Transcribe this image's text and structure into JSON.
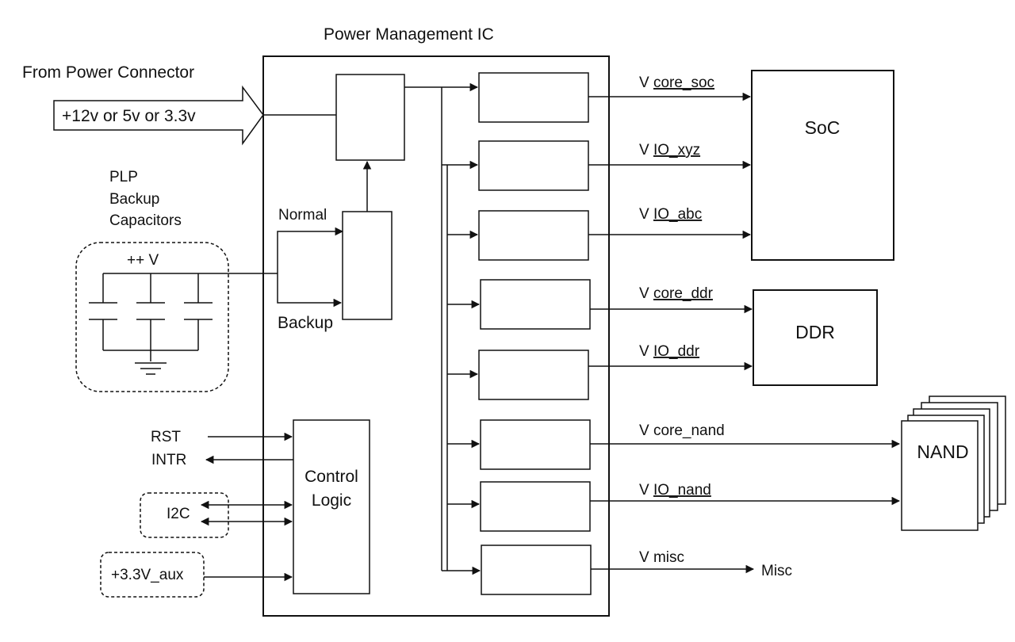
{
  "title": "Power Management IC",
  "input": {
    "source_label": "From Power Connector",
    "voltage_label": "+12v or 5v or 3.3v"
  },
  "plp": {
    "label_line1": "PLP",
    "label_line2": "Backup",
    "label_line3": "Capacitors",
    "rail_label": "++ V"
  },
  "switch": {
    "normal_label": "Normal",
    "backup_label": "Backup"
  },
  "control": {
    "label_line1": "Control",
    "label_line2": "Logic",
    "rst_label": "RST",
    "intr_label": "INTR",
    "i2c_label": "I2C",
    "aux_label": "+3.3V_aux"
  },
  "rails": [
    {
      "prefix": "V ",
      "name": "core_soc"
    },
    {
      "prefix": "V ",
      "name": "IO_xyz"
    },
    {
      "prefix": "V ",
      "name": "IO_abc"
    },
    {
      "prefix": "V ",
      "name": "core_ddr"
    },
    {
      "prefix": "V ",
      "name": "IO_ddr"
    },
    {
      "prefix": "V ",
      "name": "core_nand"
    },
    {
      "prefix": "V ",
      "name": "IO_nand"
    },
    {
      "prefix": "V ",
      "name": "misc"
    }
  ],
  "loads": {
    "soc": "SoC",
    "ddr": "DDR",
    "nand": "NAND",
    "misc": "Misc"
  },
  "colors": {
    "line": "#111111",
    "squiggle": "#d23a3a"
  }
}
